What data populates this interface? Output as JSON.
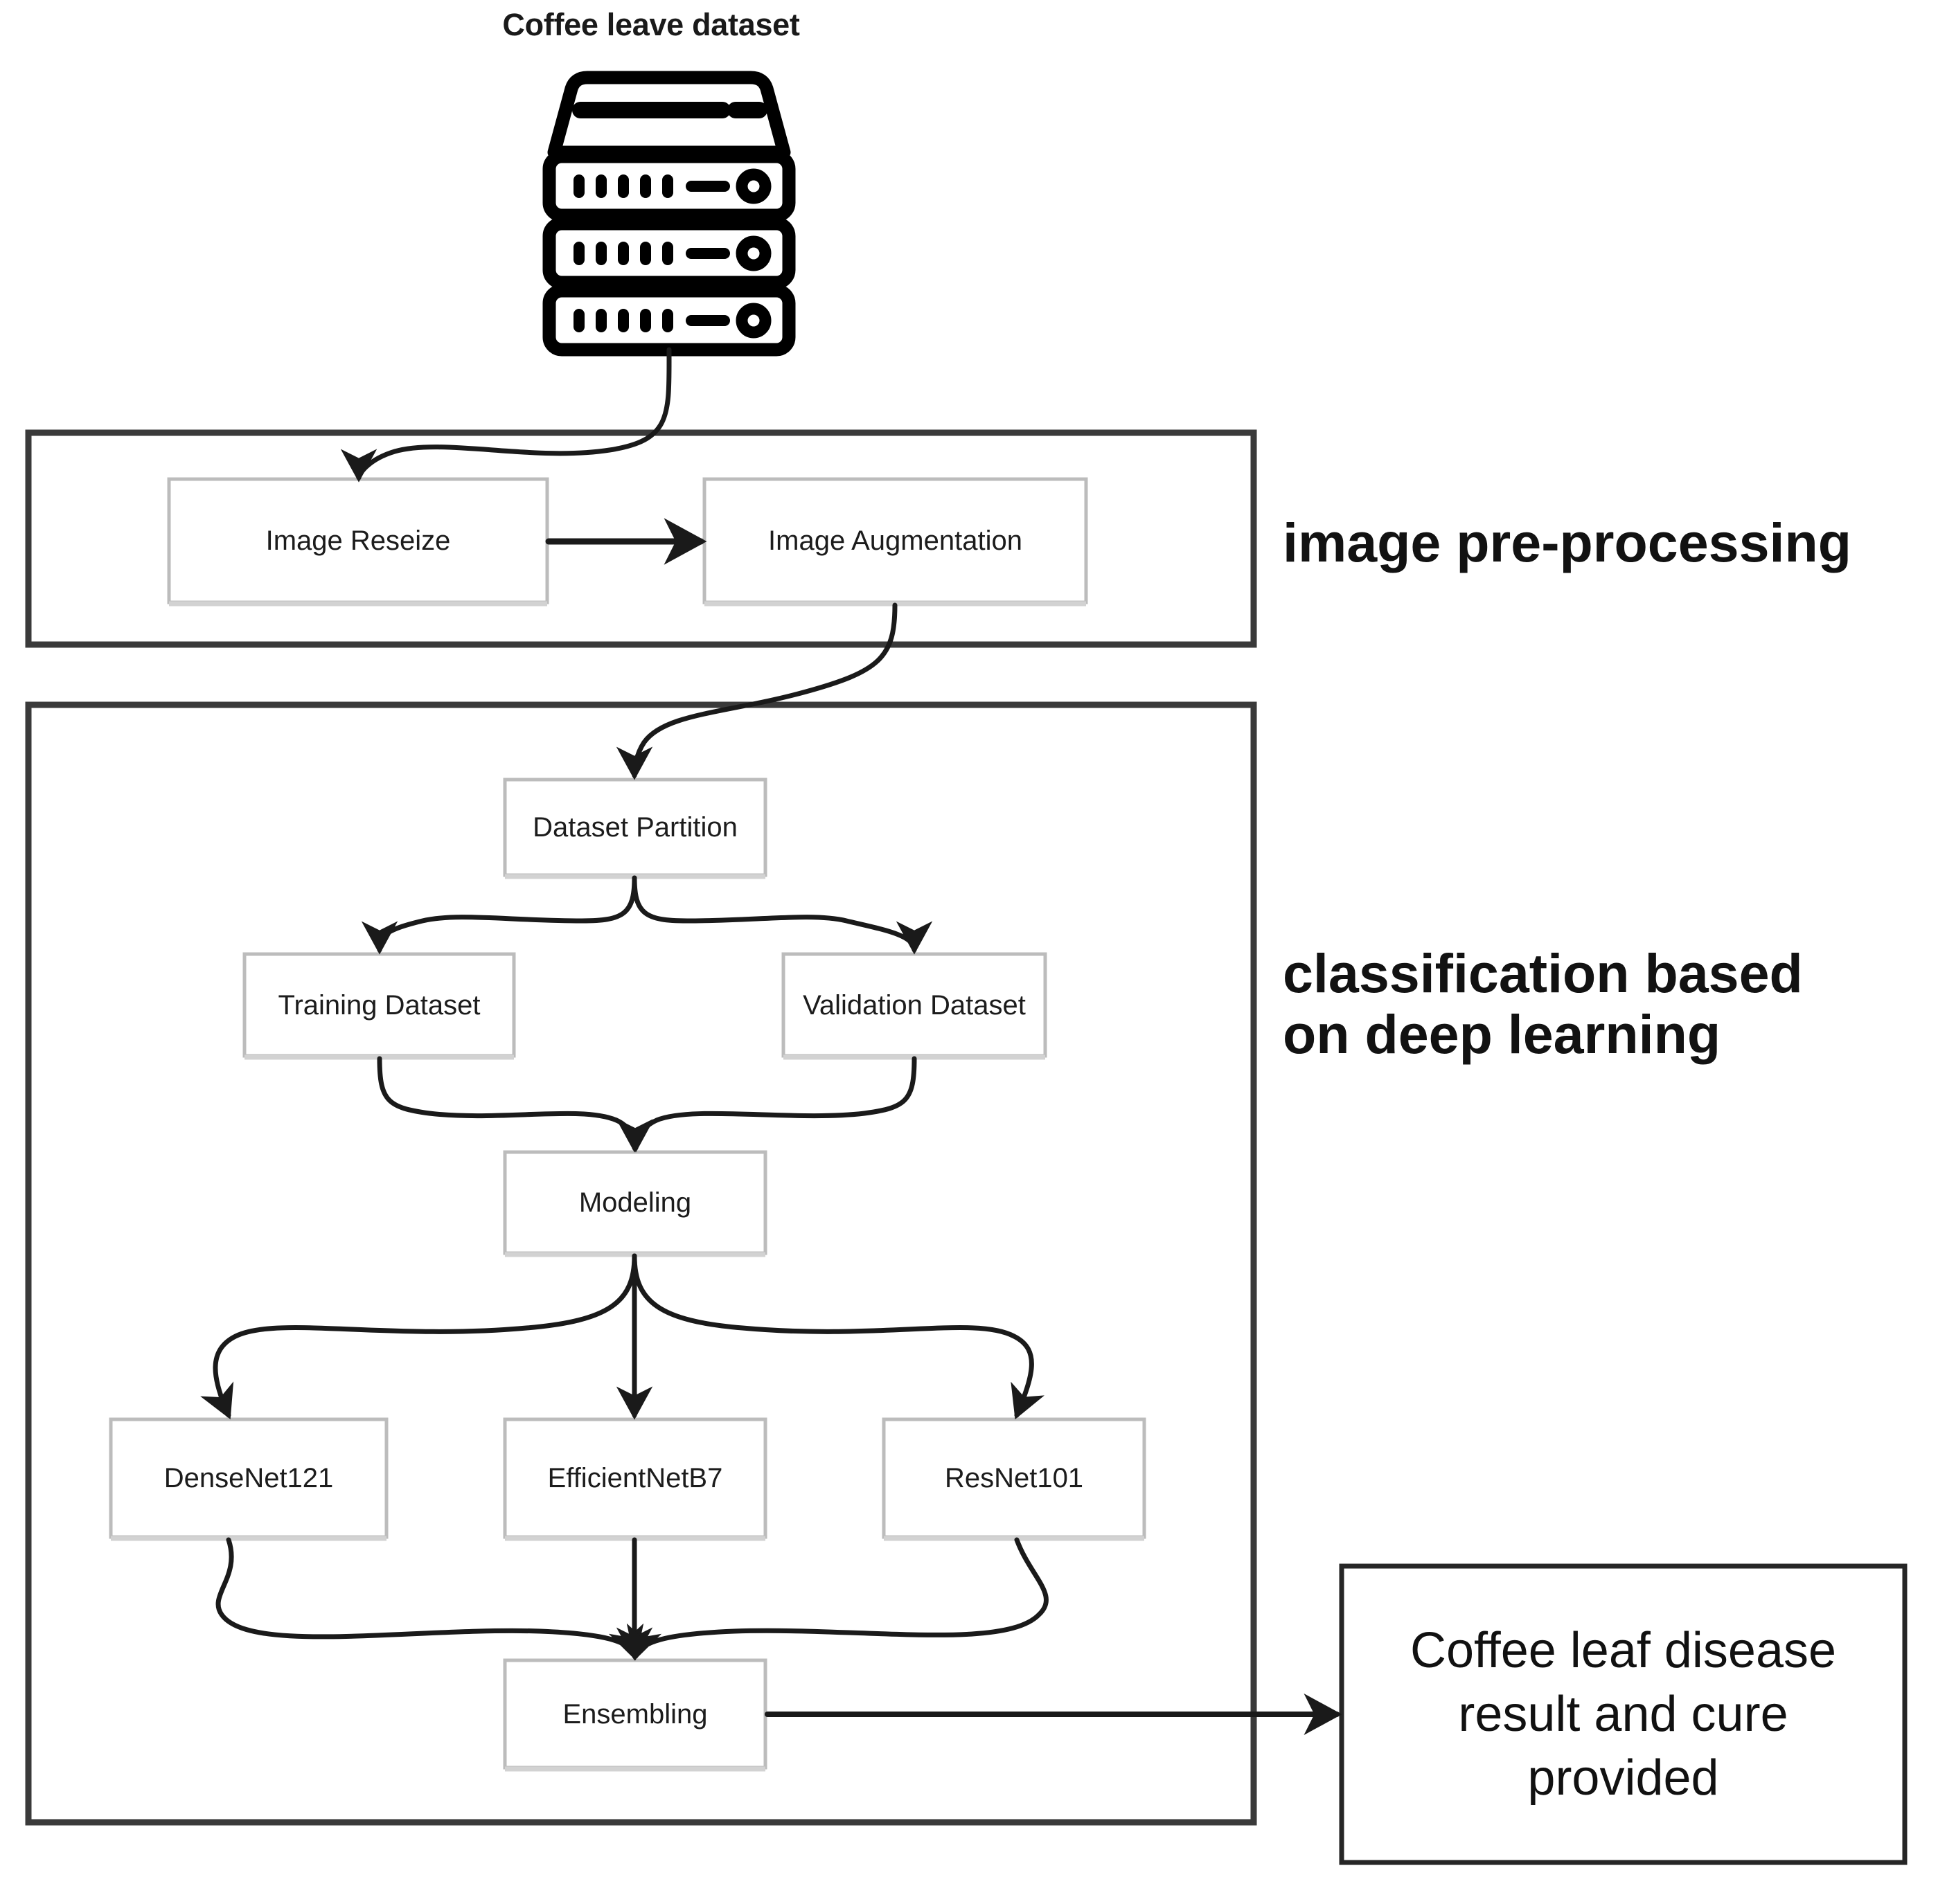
{
  "diagram": {
    "title": "Coffee leave dataset",
    "source_icon": "database-server-icon",
    "sections": [
      {
        "id": "preprocessing",
        "label": "image pre-processing"
      },
      {
        "id": "classification",
        "label": "classification based\non deep learning"
      }
    ],
    "nodes": [
      {
        "id": "image-resize",
        "label": "Image Reseize"
      },
      {
        "id": "image-augmentation",
        "label": "Image Augmentation"
      },
      {
        "id": "dataset-partition",
        "label": "Dataset Partition"
      },
      {
        "id": "training-dataset",
        "label": "Training Dataset"
      },
      {
        "id": "validation-dataset",
        "label": "Validation Dataset"
      },
      {
        "id": "modeling",
        "label": "Modeling"
      },
      {
        "id": "densenet121",
        "label": "DenseNet121"
      },
      {
        "id": "efficientnetb7",
        "label": "EfficientNetB7"
      },
      {
        "id": "resnet101",
        "label": "ResNet101"
      },
      {
        "id": "ensembling",
        "label": "Ensembling"
      },
      {
        "id": "result",
        "label": "Coffee leaf disease result and cure provided"
      }
    ],
    "result_lines": [
      "Coffee leaf disease",
      "result and cure",
      "provided"
    ],
    "edges": [
      {
        "from": "coffee-leave-dataset",
        "to": "image-resize"
      },
      {
        "from": "image-resize",
        "to": "image-augmentation"
      },
      {
        "from": "image-augmentation",
        "to": "dataset-partition"
      },
      {
        "from": "dataset-partition",
        "to": "training-dataset"
      },
      {
        "from": "dataset-partition",
        "to": "validation-dataset"
      },
      {
        "from": "training-dataset",
        "to": "modeling"
      },
      {
        "from": "validation-dataset",
        "to": "modeling"
      },
      {
        "from": "modeling",
        "to": "densenet121"
      },
      {
        "from": "modeling",
        "to": "efficientnetb7"
      },
      {
        "from": "modeling",
        "to": "resnet101"
      },
      {
        "from": "densenet121",
        "to": "ensembling"
      },
      {
        "from": "efficientnetb7",
        "to": "ensembling"
      },
      {
        "from": "resnet101",
        "to": "ensembling"
      },
      {
        "from": "ensembling",
        "to": "result"
      }
    ],
    "colors": {
      "background": "#ffffff",
      "node_border": "#b9b9b9",
      "group_border": "#3a3a3a",
      "edge": "#1a1a1a",
      "text": "#1c1c1c",
      "icon": "#000000"
    }
  }
}
